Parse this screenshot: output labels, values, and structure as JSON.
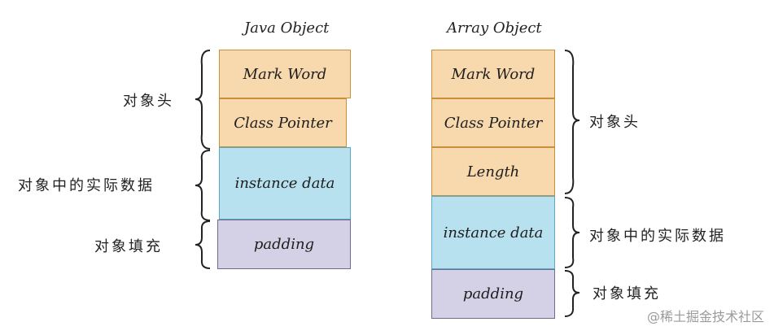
{
  "left": {
    "title": "Java Object",
    "boxes": {
      "mark_word": "Mark Word",
      "class_pointer": "Class Pointer",
      "instance_data": "instance data",
      "padding": "padding"
    },
    "labels": {
      "header": "对象头",
      "instance_data": "对象中的实际数据",
      "padding": "对象填充"
    }
  },
  "right": {
    "title": "Array Object",
    "boxes": {
      "mark_word": "Mark Word",
      "class_pointer": "Class Pointer",
      "length": "Length",
      "instance_data": "instance data",
      "padding": "padding"
    },
    "labels": {
      "header": "对象头",
      "instance_data": "对象中的实际数据",
      "padding": "对象填充"
    }
  },
  "colors": {
    "header": "#f8d8ad",
    "instance_data": "#b7e1ef",
    "padding": "#d4d1e6"
  },
  "watermark": "@稀土掘金技术社区"
}
